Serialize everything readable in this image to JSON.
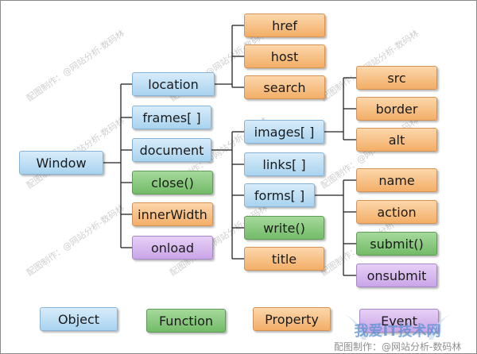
{
  "diagram": {
    "root": "Window",
    "level1": {
      "location": "location",
      "frames": "frames[ ]",
      "document": "document",
      "close": "close()",
      "innerwidth": "innerWidth",
      "onload": "onload"
    },
    "location_children": {
      "href": "href",
      "host": "host",
      "search": "search"
    },
    "document_children": {
      "images": "images[ ]",
      "links": "links[ ]",
      "forms": "forms[ ]",
      "write": "write()",
      "title": "title"
    },
    "images_children": {
      "src": "src",
      "border": "border",
      "alt": "alt"
    },
    "forms_children": {
      "name": "name",
      "action": "action",
      "submit": "submit()",
      "onsubmit": "onsubmit"
    }
  },
  "legend": {
    "object": "Object",
    "function": "Function",
    "property": "Property",
    "event": "Event"
  },
  "colors": {
    "object": "#b8dcf4",
    "function": "#86c87a",
    "property": "#f7c28c",
    "event": "#d6b9ee",
    "connector": "#222222"
  },
  "watermark": {
    "text": "配图制作：@网站分析-数码林"
  },
  "logo": {
    "text": "我爱IT技术网"
  }
}
